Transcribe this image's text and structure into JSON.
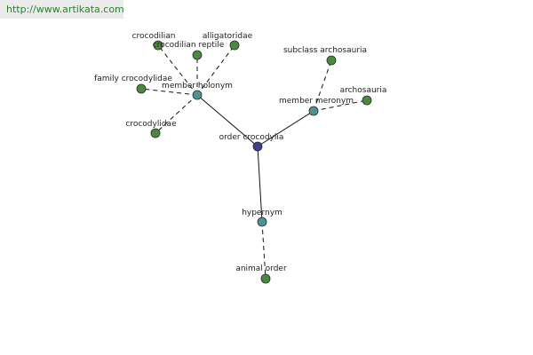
{
  "watermark": "http://www.artikata.com",
  "colors": {
    "center": "#3d3f8f",
    "relation": "#4e9292",
    "leaf": "#4a8a3c"
  },
  "nodes": {
    "order_crocodylia": "order crocodylia",
    "member_holonym": "member holonym",
    "member_meronym": "member meronym",
    "hypernym": "hypernym",
    "crocodilian": "crocodilian",
    "crocodilian_reptile": "crocodilian reptile",
    "alligatoridae": "alligatoridae",
    "family_crocodylidae": "family crocodylidae",
    "crocodylidae": "crocodylidae",
    "subclass_archosauria": "subclass archosauria",
    "archosauria": "archosauria",
    "animal_order": "animal order"
  }
}
